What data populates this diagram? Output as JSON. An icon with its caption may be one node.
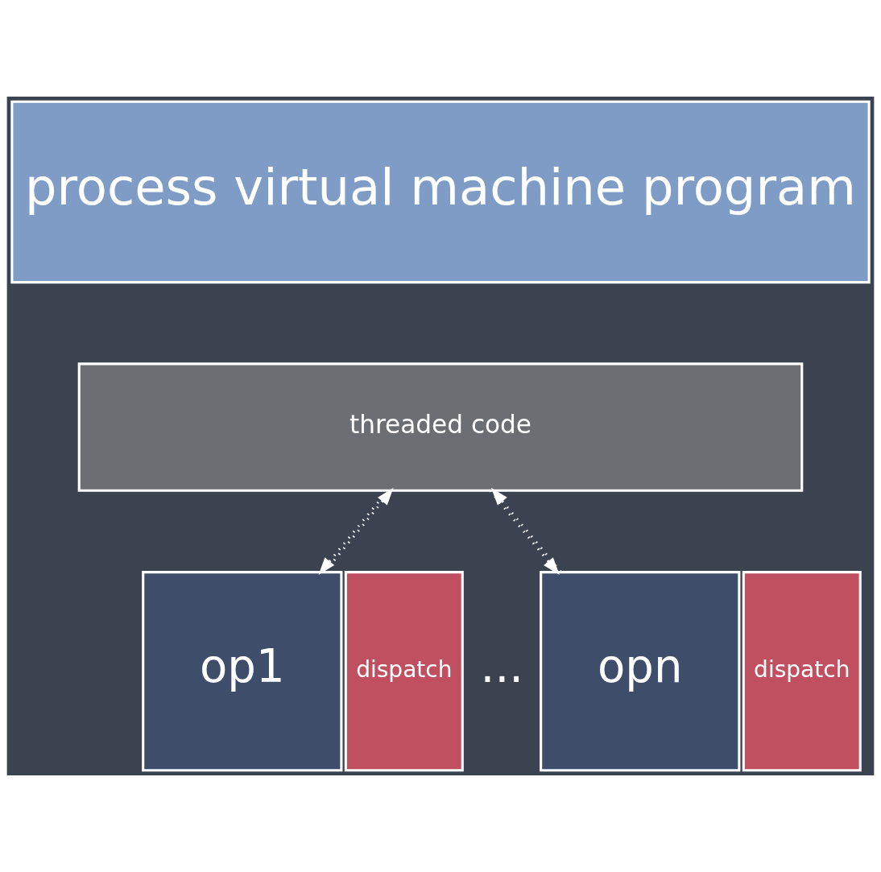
{
  "diagram": {
    "nodes": [
      {
        "text": [
          "process virtual machine program"
        ]
      },
      {
        "text": [
          "threaded code"
        ]
      },
      {
        "text": [
          "op1"
        ]
      },
      {
        "text": [
          "dispatch"
        ]
      },
      {
        "text": [
          "opn"
        ]
      },
      {
        "text": [
          "dispatch"
        ]
      }
    ],
    "edges": [
      {
        "from": 1,
        "to": 2,
        "arrow": "to",
        "style": "dashed"
      },
      {
        "from": 2,
        "to": 1,
        "arrow": "to",
        "style": "dashed"
      },
      {
        "from": 1,
        "to": 4,
        "arrow": "to",
        "style": "dashed"
      },
      {
        "from": 4,
        "to": 1,
        "arrow": "to",
        "style": "dashed"
      }
    ],
    "labels": [
      "..."
    ]
  }
}
